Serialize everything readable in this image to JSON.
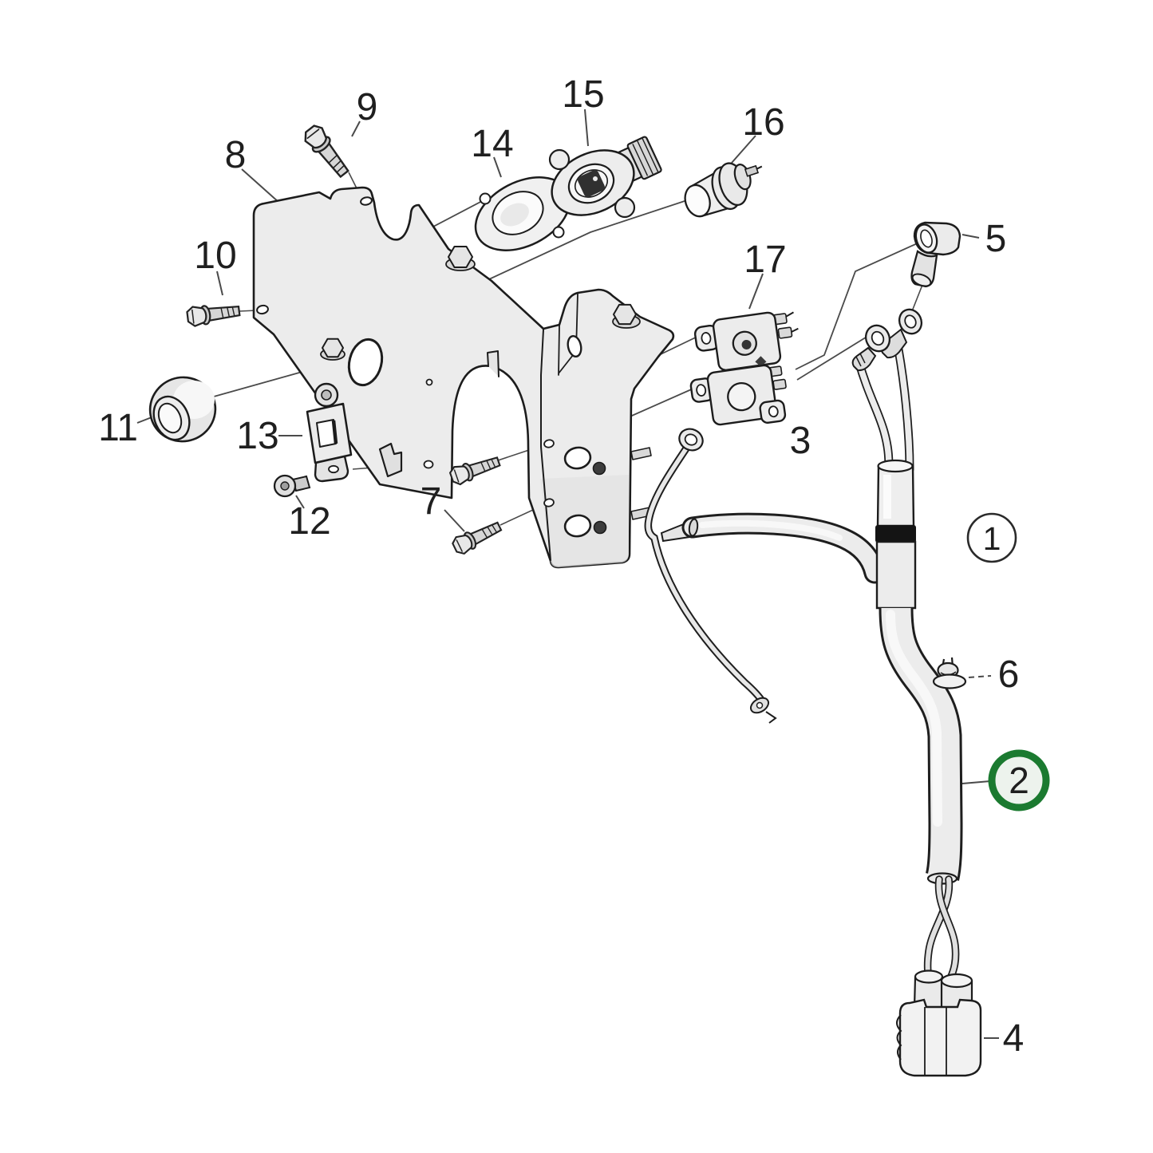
{
  "diagram": {
    "type": "exploded-parts-diagram",
    "background_color": "#ffffff",
    "line_color": "#2a2a2a",
    "part_fill_color": "#ececec",
    "highlight_ring_color": "#1b7a30",
    "highlight_fill_color": "#edf3ed",
    "callouts": {
      "c1": {
        "label": "1",
        "style": "circled"
      },
      "c2": {
        "label": "2",
        "style": "circled-highlighted"
      },
      "c3": {
        "label": "3",
        "style": "plain"
      },
      "c4": {
        "label": "4",
        "style": "plain"
      },
      "c5": {
        "label": "5",
        "style": "plain"
      },
      "c6": {
        "label": "6",
        "style": "plain"
      },
      "c7": {
        "label": "7",
        "style": "plain"
      },
      "c8": {
        "label": "8",
        "style": "plain"
      },
      "c9": {
        "label": "9",
        "style": "plain"
      },
      "c10": {
        "label": "10",
        "style": "plain"
      },
      "c11": {
        "label": "11",
        "style": "plain"
      },
      "c12": {
        "label": "12",
        "style": "plain"
      },
      "c13": {
        "label": "13",
        "style": "plain"
      },
      "c14": {
        "label": "14",
        "style": "plain"
      },
      "c15": {
        "label": "15",
        "style": "plain"
      },
      "c16": {
        "label": "16",
        "style": "plain"
      },
      "c17": {
        "label": "17",
        "style": "plain"
      }
    }
  }
}
